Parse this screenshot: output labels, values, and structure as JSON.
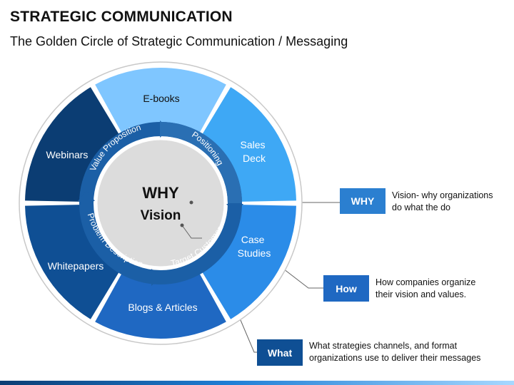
{
  "title": "STRATEGIC COMMUNICATION",
  "subtitle": "The Golden Circle of Strategic Communication / Messaging",
  "center": {
    "line1": "WHY",
    "line2": "Vision"
  },
  "ring_labels": [
    "Value Proposition",
    "Positioning",
    "Target Customer",
    "Problem Description"
  ],
  "segments": [
    {
      "label": "E-books",
      "color": "#7fc6ff",
      "text_color": "#111111"
    },
    {
      "label": "Sales Deck",
      "color": "#3ea8f5",
      "text_color": "#ffffff"
    },
    {
      "label": "Case Studies",
      "color": "#2b8ce8",
      "text_color": "#ffffff"
    },
    {
      "label": "Blogs & Articles",
      "color": "#1f68c2",
      "text_color": "#ffffff"
    },
    {
      "label": "Whitepapers",
      "color": "#0f4f94",
      "text_color": "#ffffff"
    },
    {
      "label": "Webinars",
      "color": "#0b3d73",
      "text_color": "#ffffff"
    }
  ],
  "callouts": [
    {
      "label": "WHY",
      "description_line1": "Vision- why organizations",
      "description_line2": "do what the do"
    },
    {
      "label": "How",
      "description_line1": "How companies organize",
      "description_line2": "their vision and values."
    },
    {
      "label": "What",
      "description_line1": "What strategies channels, and format",
      "description_line2": "organizations use to deliver their messages"
    }
  ],
  "colors": {
    "callout_why": "#2b7fd0",
    "callout_how": "#1f68c2",
    "callout_what": "#0f4f94",
    "ring_dark": "#1b5fa6",
    "center_fill": "#dcdcdc"
  }
}
